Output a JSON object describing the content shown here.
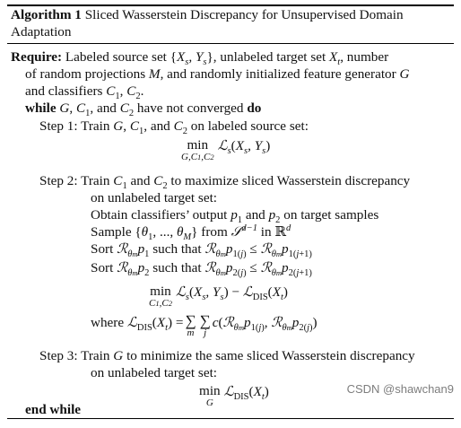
{
  "algorithm": {
    "label": "Algorithm 1",
    "title_line1": "Sliced Wasserstein Discrepancy for Unsupervised Domain",
    "title_line2": "Adaptation"
  },
  "require": {
    "keyword": "Require:",
    "text1": "Labeled source set {",
    "text2": "}, unlabeled target set",
    "text3": ", number",
    "line2": "of random projections",
    "line2b": ", and randomly initialized feature generator",
    "line3a": "and classifiers"
  },
  "while_loop": {
    "kw_while": "while",
    "cond_tail": "have not converged",
    "kw_do": "do",
    "kw_end": "end while"
  },
  "step1": {
    "text": "Step 1: Train",
    "tail": "on labeled source set:"
  },
  "step2": {
    "line1": "Step 2: Train",
    "line1_tail": "to maximize sliced Wasserstein discrepancy",
    "line2": "on unlabeled target set:",
    "obtain": "Obtain classifiers’ output",
    "obtain_tail": "on target samples",
    "sample": "Sample",
    "sample_from": "from",
    "sample_in": "in",
    "sort1": "Sort",
    "sort1_mid": "such that",
    "where": "where"
  },
  "step3": {
    "line1": "Step 3: Train",
    "line1_tail": "to minimize the same sliced Wasserstein discrepancy",
    "line2": "on unlabeled target set:"
  },
  "watermark": "CSDN @shawchan9"
}
